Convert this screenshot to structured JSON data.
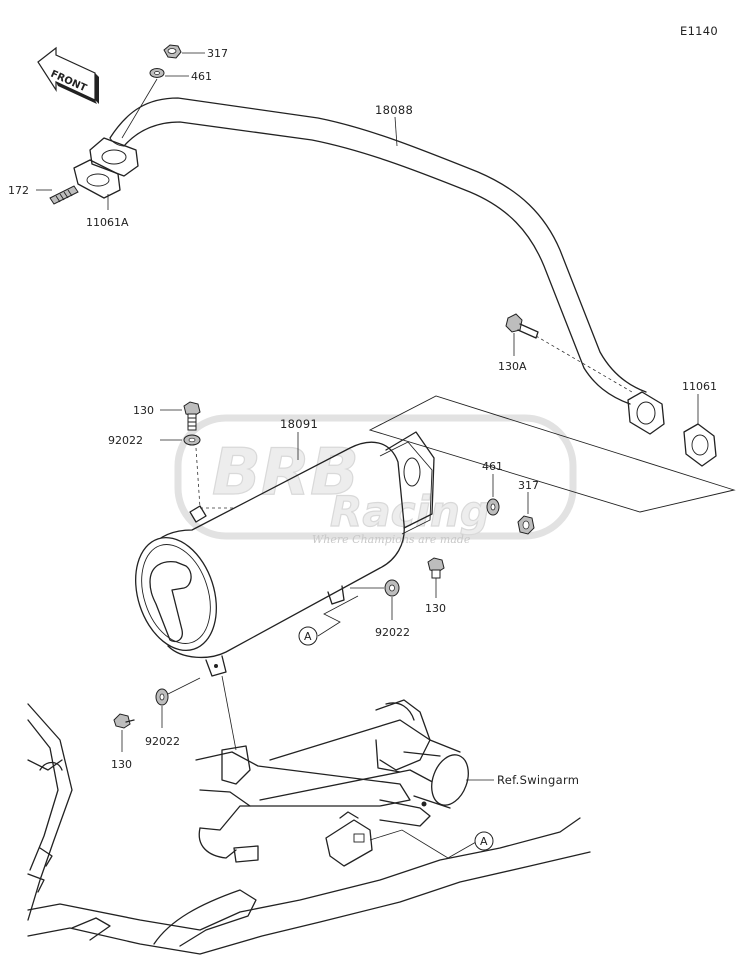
{
  "diagram_code": "E1140",
  "front_label": "FRONT",
  "watermark": {
    "brand_top": "BRB",
    "brand_bottom": "Racing",
    "tagline": "Where Champions are made"
  },
  "callouts": {
    "c317_top": "317",
    "c461_top": "461",
    "c172": "172",
    "c11061A": "11061A",
    "c18088": "18088",
    "c130A": "130A",
    "c11061": "11061",
    "c130_upper": "130",
    "c92022_upper": "92022",
    "c18091": "18091",
    "c461_mid": "461",
    "c317_mid": "317",
    "c130_right": "130",
    "c92022_right": "92022",
    "ref_a_upper": "A",
    "c130_lower": "130",
    "c92022_lower": "92022",
    "ref_swingarm": "Ref.Swingarm",
    "ref_a_lower": "A"
  }
}
